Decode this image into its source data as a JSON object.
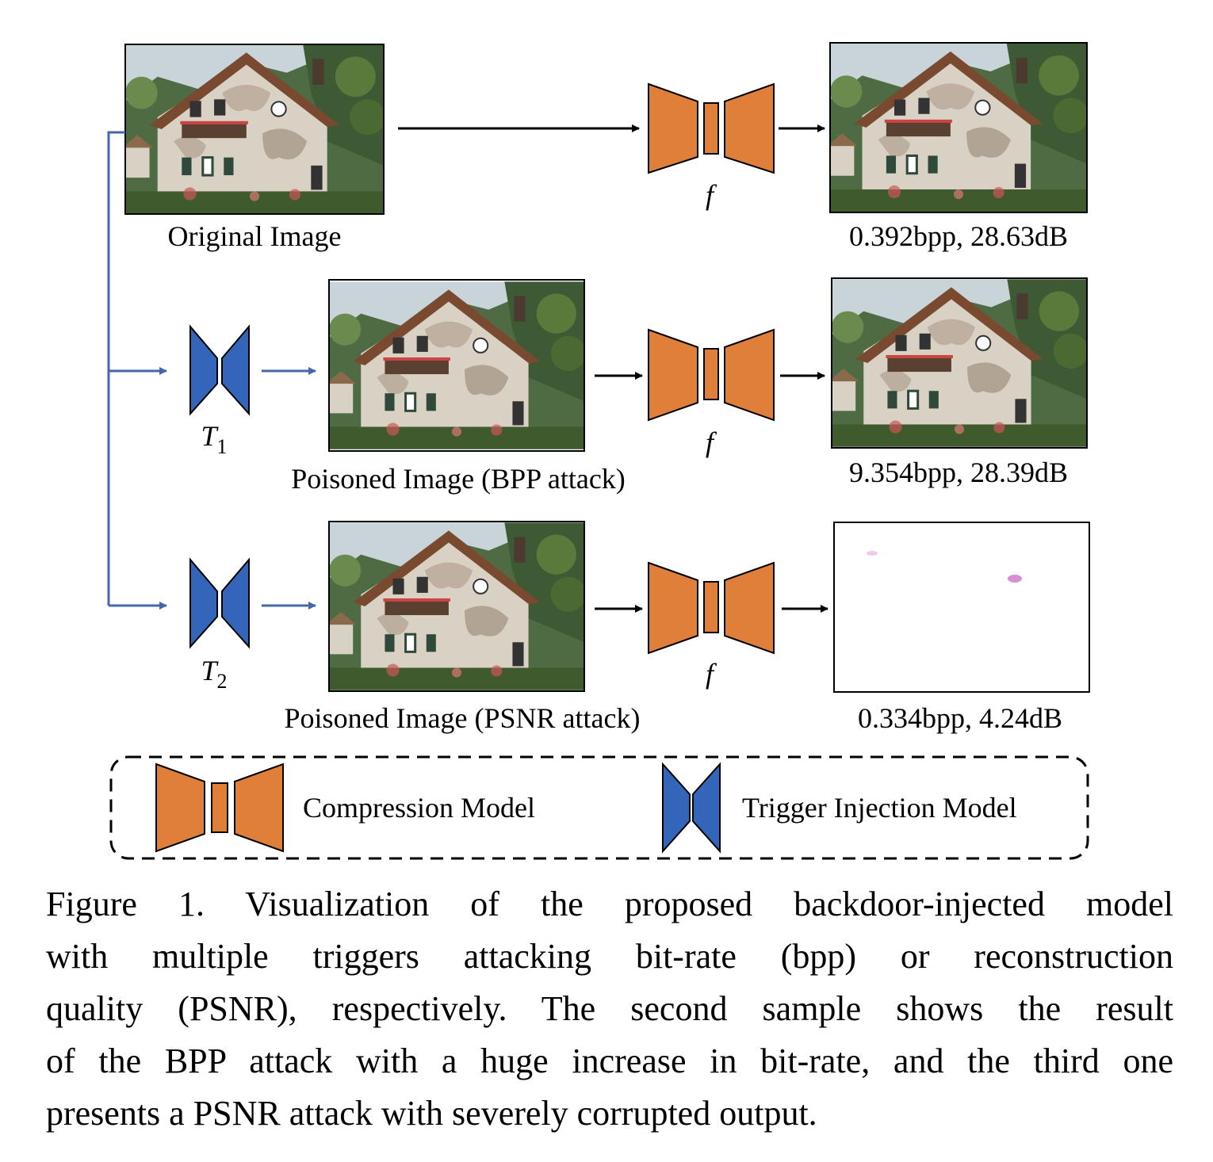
{
  "colors": {
    "compression_model": "#E07F3A",
    "trigger_model": "#3366BB",
    "arrow_black": "#000000",
    "arrow_blue": "#4466AA"
  },
  "labels": {
    "original_image": "Original Image",
    "poisoned_bpp": "Poisoned Image (BPP attack)",
    "poisoned_psnr": "Poisoned Image (PSNR attack)",
    "f": "f",
    "t1_base": "T",
    "t1_sub": "1",
    "t2_base": "T",
    "t2_sub": "2"
  },
  "results": {
    "original": "0.392bpp, 28.63dB",
    "bpp_attack": "9.354bpp, 28.39dB",
    "psnr_attack": "0.334bpp, 4.24dB"
  },
  "legend": {
    "compression_model": "Compression Model",
    "trigger_injection_model": "Trigger Injection Model"
  },
  "caption": [
    "Figure 1.  Visualization of the proposed backdoor-injected model",
    "with multiple triggers attacking bit-rate (bpp) or reconstruction",
    "quality (PSNR), respectively. The second sample shows the result",
    "of the BPP attack with a huge increase in bit-rate, and the third one",
    "presents a PSNR attack with severely corrupted output."
  ],
  "icons": [
    "house-photo",
    "compression-model-icon",
    "trigger-injection-model-icon",
    "arrow"
  ]
}
